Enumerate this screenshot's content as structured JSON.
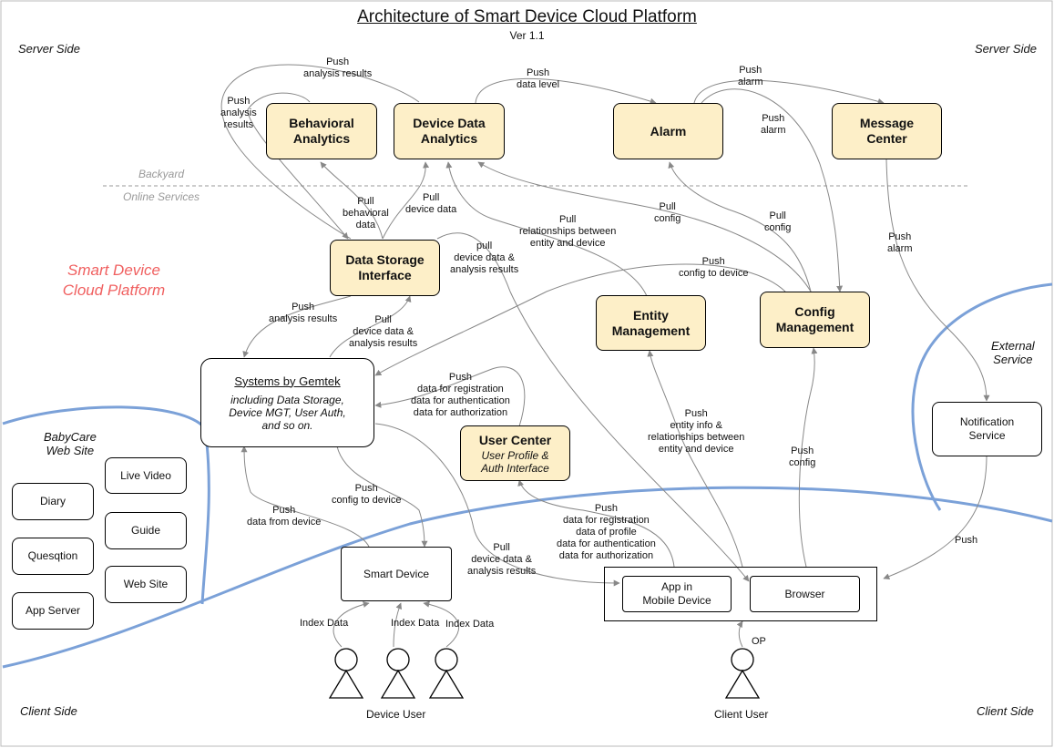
{
  "title": "Architecture of Smart Device Cloud Platform",
  "version": "Ver 1.1",
  "corners": {
    "server_left": "Server Side",
    "server_right": "Server Side",
    "client_left": "Client Side",
    "client_right": "Client Side"
  },
  "zones": {
    "backyard": "Backyard",
    "online_services": "Online Services",
    "platform": "Smart Device\nCloud Platform",
    "babycare": "BabyCare\nWeb Site",
    "external": "External\nService"
  },
  "nodes": {
    "behavioral_analytics": "Behavioral\nAnalytics",
    "device_data_analytics": "Device Data\nAnalytics",
    "alarm": "Alarm",
    "message_center": "Message\nCenter",
    "data_storage_interface": "Data Storage\nInterface",
    "entity_management": "Entity\nManagement",
    "config_management": "Config\nManagement",
    "systems_title": "Systems by Gemtek",
    "systems_desc": "including Data Storage,\nDevice MGT, User Auth,\nand so on.",
    "user_center_title": "User Center",
    "user_center_desc": "User Profile &\nAuth Interface",
    "notification_service": "Notification\nService",
    "smart_device": "Smart Device",
    "app_mobile": "App in\nMobile Device",
    "browser": "Browser",
    "live_video": "Live Video",
    "diary": "Diary",
    "guide": "Guide",
    "quesqtion": "Quesqtion",
    "web_site": "Web Site",
    "app_server": "App Server"
  },
  "labels": {
    "push_analysis_results_top": "Push\nanalysis results",
    "push_analysis_results_left": "Push\nanalysis\nresults",
    "push_data_level": "Push\ndata level",
    "push_alarm_top": "Push\nalarm",
    "push_alarm_mid": "Push\nalarm",
    "push_alarm_right": "Push\nalarm",
    "pull_behavioral_data": "Pull\nbehavioral\ndata",
    "pull_device_data": "Pull\ndevice data",
    "pull_relationships": "Pull\nrelationships between\nentity and device",
    "pull_config_1": "Pull\nconfig",
    "pull_config_2": "Pull\nconfig",
    "pull_device_data_analysis_top": "pull\ndevice data &\nanalysis results",
    "push_config_to_device_top": "Push\nconfig to device",
    "push_analysis_results_mid": "Push\nanalysis results",
    "pull_device_data_analysis_mid": "Pull\ndevice data &\nanalysis results",
    "push_registration_top": "Push\ndata for registration\ndata for authentication\ndata for authorization",
    "push_entity_info": "Push\nentity info &\nrelationships between\nentity and device",
    "push_config": "Push\nconfig",
    "push_config_to_device_low": "Push\nconfig to device",
    "push_data_from_device": "Push\ndata from device",
    "push_registration_bottom": "Push\ndata for registration\ndata of profile\ndata for authentication\ndata for authorization",
    "pull_device_data_analysis_low": "Pull\ndevice data &\nanalysis results",
    "push_notify": "Push",
    "index_data_1": "Index Data",
    "index_data_2": "Index Data",
    "index_data_3": "Index Data",
    "op": "OP"
  },
  "users": {
    "device_user": "Device User",
    "client_user": "Client User"
  },
  "colors": {
    "accent_node": "#fdefc8",
    "boundary_line": "#7ba1d8",
    "platform_text": "#f06060",
    "arrow": "#888888"
  }
}
